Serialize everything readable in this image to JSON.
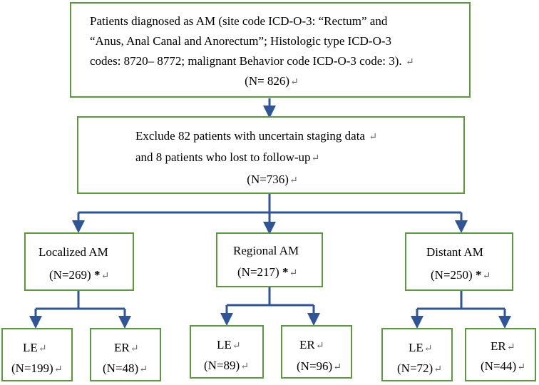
{
  "top_box": {
    "line1": "Patients diagnosed as AM (site code ICD-O-3: “Rectum” and",
    "line2": "“Anus, Anal Canal and Anorectum”; Histologic type ICD-O-3",
    "line3": "codes: 8720– 8772; malignant Behavior code ICD-O-3 code: 3).",
    "count": "(N= 826)"
  },
  "exclude_box": {
    "line1": "Exclude 82 patients with uncertain staging data",
    "line2": "and 8 patients who lost to follow-up",
    "count": "(N=736)"
  },
  "stages": [
    {
      "label": "Localized AM",
      "count": "(N=269)",
      "star": "*",
      "le": {
        "label": "LE",
        "count": "(N=199)"
      },
      "er": {
        "label": "ER",
        "count": "(N=48)"
      }
    },
    {
      "label": "Regional AM",
      "count": "(N=217)",
      "star": "*",
      "le": {
        "label": "LE",
        "count": "(N=89)"
      },
      "er": {
        "label": "ER",
        "count": "(N=96)"
      }
    },
    {
      "label": "Distant AM",
      "count": "(N=250)",
      "star": "*",
      "le": {
        "label": "LE",
        "count": "(N=72)"
      },
      "er": {
        "label": "ER",
        "count": "(N=44)"
      }
    }
  ],
  "symbols": {
    "return_mark": "↵"
  },
  "colors": {
    "box_border": "#5a9a3c",
    "arrow": "#2f5597"
  }
}
